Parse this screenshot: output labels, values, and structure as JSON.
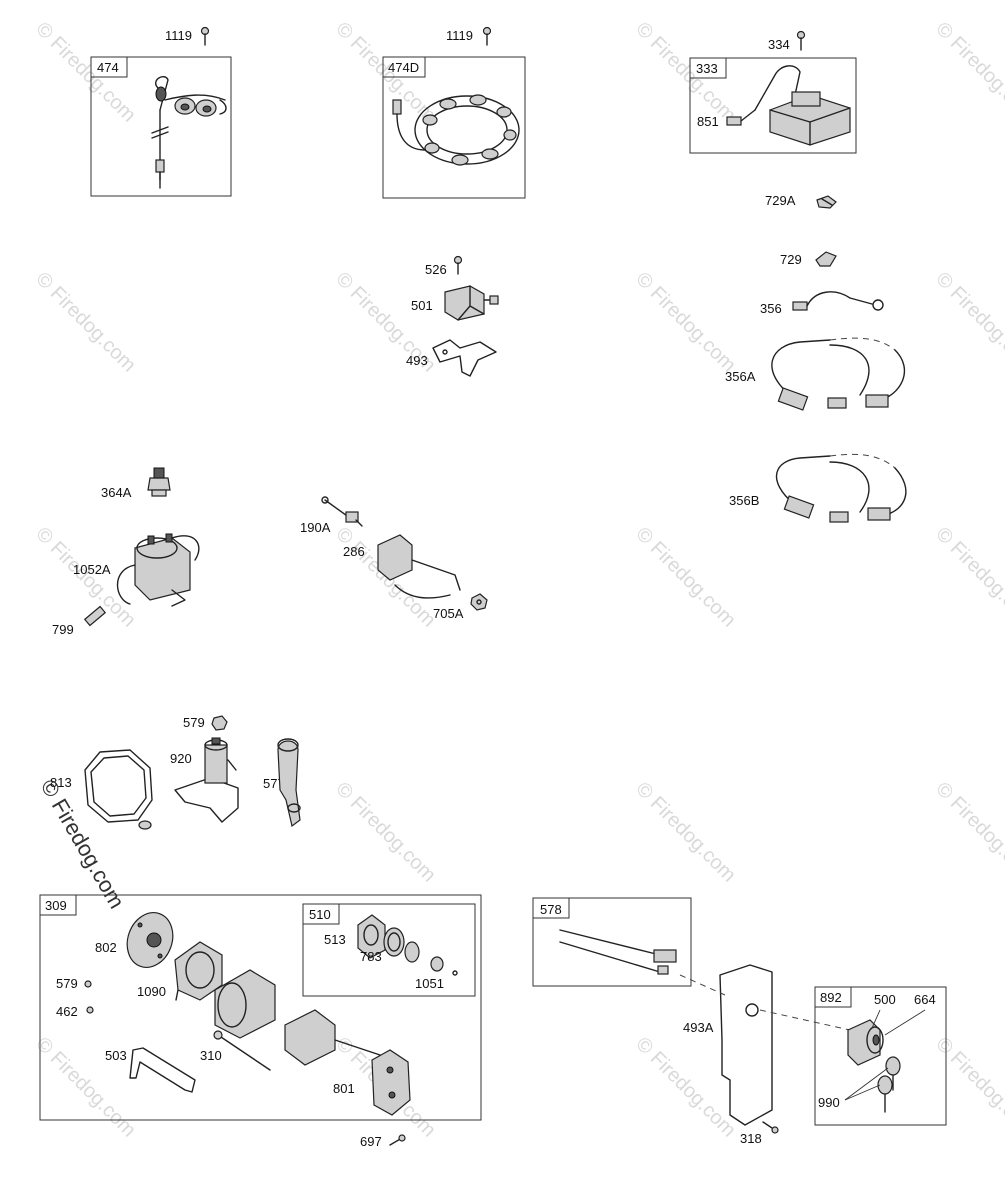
{
  "watermark": {
    "text": "© Firedog.com"
  },
  "boxes": {
    "b474": "474",
    "b474D": "474D",
    "b333": "333",
    "b309": "309",
    "b510": "510",
    "b578": "578",
    "b892": "892"
  },
  "parts": {
    "p1119a": "1119",
    "p1119b": "1119",
    "p334": "334",
    "p851": "851",
    "p729A": "729A",
    "p729": "729",
    "p356": "356",
    "p356A": "356A",
    "p356B": "356B",
    "p526": "526",
    "p501": "501",
    "p493": "493",
    "p364A": "364A",
    "p1052A": "1052A",
    "p799": "799",
    "p190A": "190A",
    "p286": "286",
    "p705A": "705A",
    "p579a": "579",
    "p813": "813",
    "p920": "920",
    "p577": "577",
    "p802": "802",
    "p579b": "579",
    "p462": "462",
    "p1090": "1090",
    "p503": "503",
    "p310": "310",
    "p801": "801",
    "p697": "697",
    "p513": "513",
    "p783": "783",
    "p1051": "1051",
    "p493A": "493A",
    "p318": "318",
    "p500": "500",
    "p664": "664",
    "p990": "990"
  }
}
